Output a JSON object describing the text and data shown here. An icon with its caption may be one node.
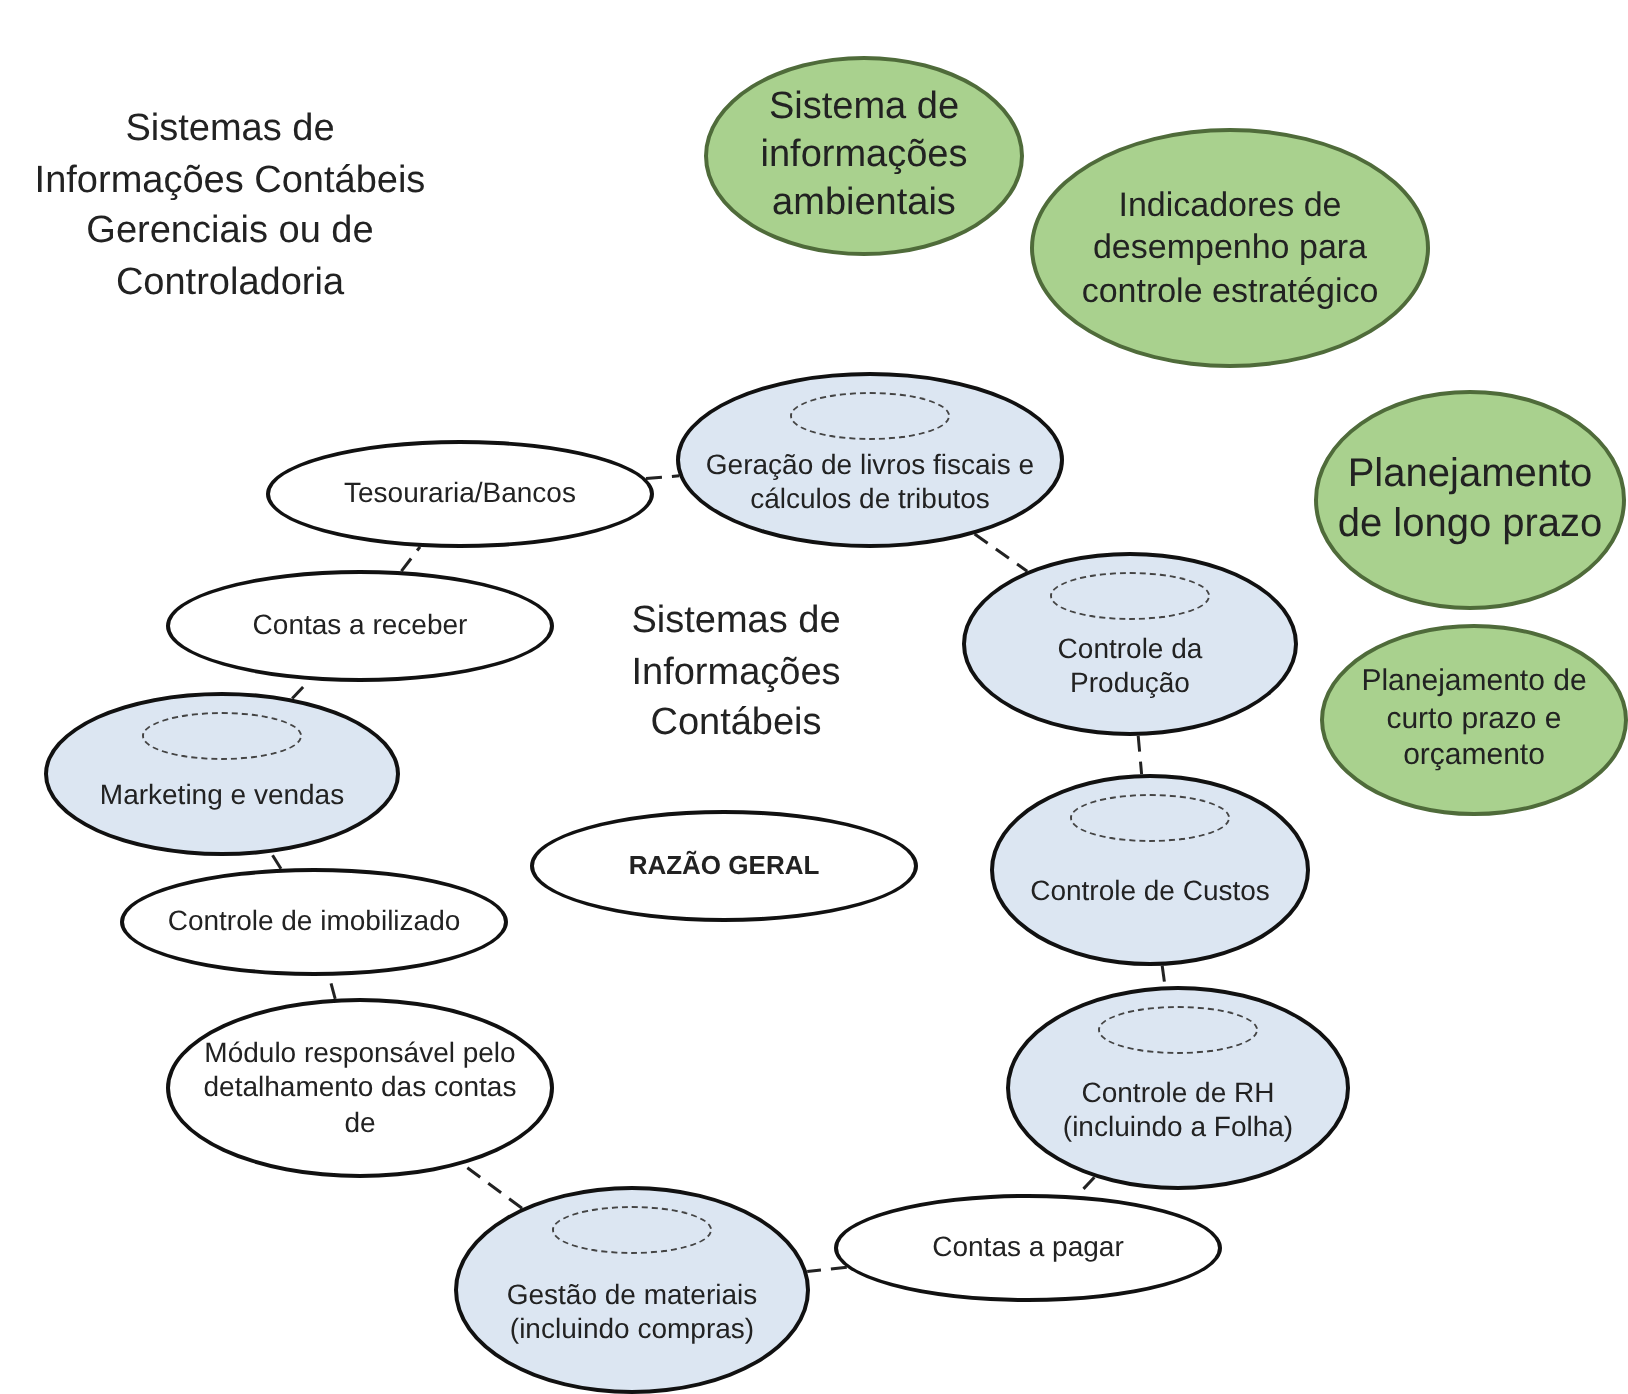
{
  "diagram": {
    "nodes": [
      {
        "text": [
          "Sistema de informações ambientais"
        ]
      },
      {
        "text": [
          "Indicadores de desempenho para controle estratégico"
        ]
      },
      {
        "text": [
          "Planejamento de longo prazo"
        ]
      },
      {
        "text": [
          "Planejamento de curto prazo e orçamento"
        ]
      },
      {
        "text": [
          "Geração de livros fiscais e cálculos de tributos"
        ]
      },
      {
        "text": [
          "Tesouraria/Bancos"
        ]
      },
      {
        "text": [
          "Contas a receber"
        ]
      },
      {
        "text": [
          "Controle da Produção"
        ]
      },
      {
        "text": [
          "Marketing e vendas"
        ]
      },
      {
        "text": [
          "Controle de Custos"
        ]
      },
      {
        "text": [
          "RAZÃO GERAL"
        ]
      },
      {
        "text": [
          "Controle de imobilizado"
        ]
      },
      {
        "text": [
          "Controle de RH (incluindo a Folha)"
        ]
      },
      {
        "text": [
          "Módulo responsável pelo detalhamento das contas de"
        ]
      },
      {
        "text": [
          "Contas a pagar"
        ]
      },
      {
        "text": [
          "Gestão de materiais (incluindo compras)"
        ]
      }
    ],
    "edges": [
      {
        "from": 5,
        "to": 4,
        "arrow": "none",
        "style": "dashed"
      },
      {
        "from": 4,
        "to": 7,
        "arrow": "none",
        "style": "dashed"
      },
      {
        "from": 7,
        "to": 9,
        "arrow": "none",
        "style": "dashed"
      },
      {
        "from": 9,
        "to": 12,
        "arrow": "none",
        "style": "dashed"
      },
      {
        "from": 12,
        "to": 14,
        "arrow": "none",
        "style": "dashed"
      },
      {
        "from": 14,
        "to": 15,
        "arrow": "none",
        "style": "dashed"
      },
      {
        "from": 15,
        "to": 13,
        "arrow": "none",
        "style": "dashed"
      },
      {
        "from": 13,
        "to": 11,
        "arrow": "none",
        "style": "dashed"
      },
      {
        "from": 11,
        "to": 8,
        "arrow": "none",
        "style": "dashed"
      },
      {
        "from": 8,
        "to": 6,
        "arrow": "none",
        "style": "dashed"
      },
      {
        "from": 6,
        "to": 5,
        "arrow": "none",
        "style": "dashed"
      }
    ],
    "labels": [
      "Sistemas de Informações Contábeis Gerenciais ou de Controladoria",
      "Sistemas de Informações Contábeis"
    ]
  }
}
